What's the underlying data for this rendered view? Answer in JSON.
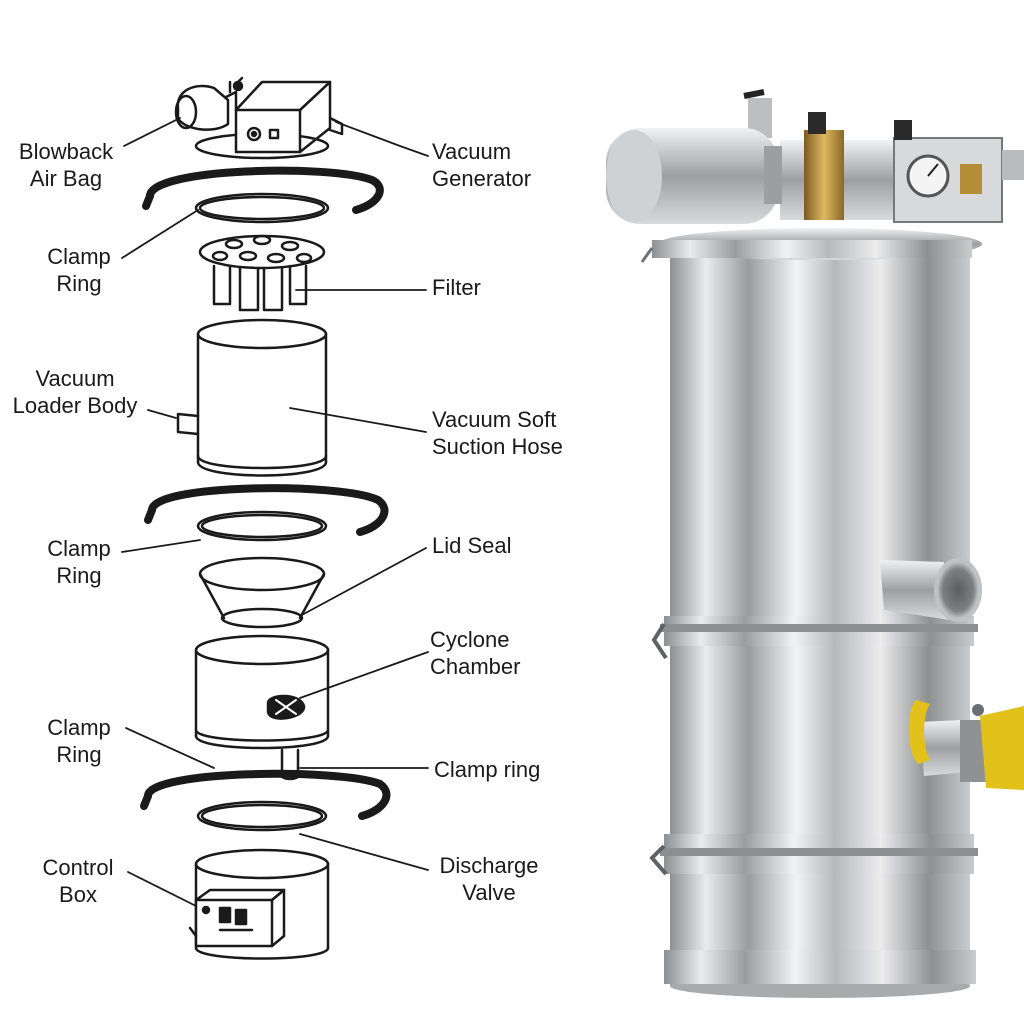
{
  "diagram": {
    "labels": {
      "blowback_air_bag": "Blowback\nAir Bag",
      "vacuum_generator": "Vacuum\nGenerator",
      "clamp_ring_top": "Clamp\nRing",
      "filter": "Filter",
      "vacuum_loader_body": "Vacuum\nLoader Body",
      "vacuum_soft_suction_hose": "Vacuum Soft\nSuction Hose",
      "clamp_ring_middle": "Clamp\nRing",
      "lid_seal": "Lid Seal",
      "cyclone_chamber": "Cyclone\nChamber",
      "clamp_ring_lower": "Clamp\nRing",
      "clamp_ring_small": "Clamp ring",
      "control_box": "Control\nBox",
      "discharge_valve": "Discharge\nValve"
    }
  }
}
